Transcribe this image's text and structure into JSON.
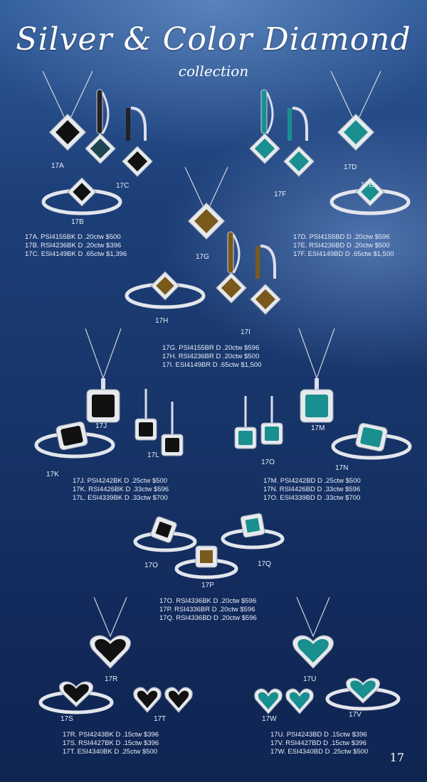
{
  "header": {
    "title": "Silver & Color Diamond",
    "subtitle": "collection"
  },
  "page_number": "17",
  "colors": {
    "black_diamond": "#111111",
    "blue_diamond": "#1a8f8f",
    "brown_diamond": "#7a5a1c",
    "silver": "#d9dde3"
  },
  "labels": {
    "a": "17A",
    "b": "17B",
    "c": "17C",
    "d": "17D",
    "e": "17E",
    "f": "17F",
    "g": "17G",
    "h": "17H",
    "i": "17I",
    "j": "17J",
    "k": "17K",
    "l": "17L",
    "m": "17M",
    "n": "17N",
    "o_earring": "17O",
    "o_ring": "17O",
    "p": "17P",
    "q": "17Q",
    "r": "17R",
    "s": "17S",
    "t": "17T",
    "u": "17U",
    "v": "17V",
    "w": "17W"
  },
  "descriptions": {
    "abc": [
      "17A. PSI4155BK D .20ctw   $500",
      "17B. RSI4236BK D .20ctw    $396",
      "17C. ESI4149BK D .65ctw  $1,396"
    ],
    "def": [
      "17D. PSI4155BD D .20ctw    $596",
      "17E. RSI4236BD D .20ctw    $500",
      "17F. ESI4149BD D .65ctw  $1,500"
    ],
    "ghi": [
      "17G. PSI4155BR D .20ctw    $596",
      "17H. RSI4236BR D .20ctw    $500",
      "17I. ESI4149BR D .65ctw  $1,500"
    ],
    "jkl": [
      "17J. PSI4242BK D .25ctw  $500",
      "17K. RSI4426BK D .33ctw  $596",
      "17L. ESI4339BK D .33ctw  $700"
    ],
    "mno": [
      "17M. PSI4242BD D .25ctw  $500",
      "17N. RSI4426BD D .33ctw  $596",
      "17O. ESI4339BD D .33ctw  $700"
    ],
    "opq": [
      "17O. RSI4336BK D .20ctw  $596",
      "17P. RSI4336BR D .20ctw  $596",
      "17Q. RSI4336BD D .20ctw  $596"
    ],
    "rst": [
      "17R. PSI4243BK D .15ctw  $396",
      "17S. RSI4427BK D .15ctw  $396",
      "17T. ESI4340BK D .25ctw  $500"
    ],
    "uvw": [
      "17U. PSI4243BD D .15ctw  $396",
      "17V. RSI4427BD D .15ctw  $396",
      "17W. ESI4340BD D .25ctw  $500"
    ]
  }
}
